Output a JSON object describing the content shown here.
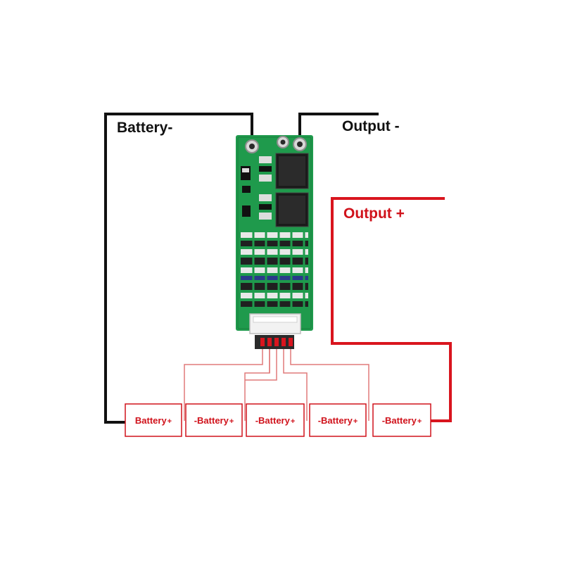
{
  "labels": {
    "battery_neg": "Battery-",
    "output_neg": "Output -",
    "output_pos": "Output +"
  },
  "cells": [
    {
      "label": "Battery",
      "sign": "+",
      "prefix": "",
      "left_sign": ""
    },
    {
      "label": "Battery",
      "sign": "+",
      "prefix": "-",
      "left_sign": ""
    },
    {
      "label": "Battery",
      "sign": "+",
      "prefix": "-",
      "left_sign": ""
    },
    {
      "label": "Battery",
      "sign": "+",
      "prefix": "-",
      "left_sign": ""
    },
    {
      "label": "Battery",
      "sign": "+",
      "prefix": "-",
      "left_sign": ""
    }
  ],
  "colors": {
    "wire_negative": "#111111",
    "wire_positive": "#d9151e",
    "balance_wire": "#e07a7a",
    "pcb_green": "#1f9a4c",
    "cell_border": "#d0121b",
    "connector_white": "#f2f2f2"
  }
}
